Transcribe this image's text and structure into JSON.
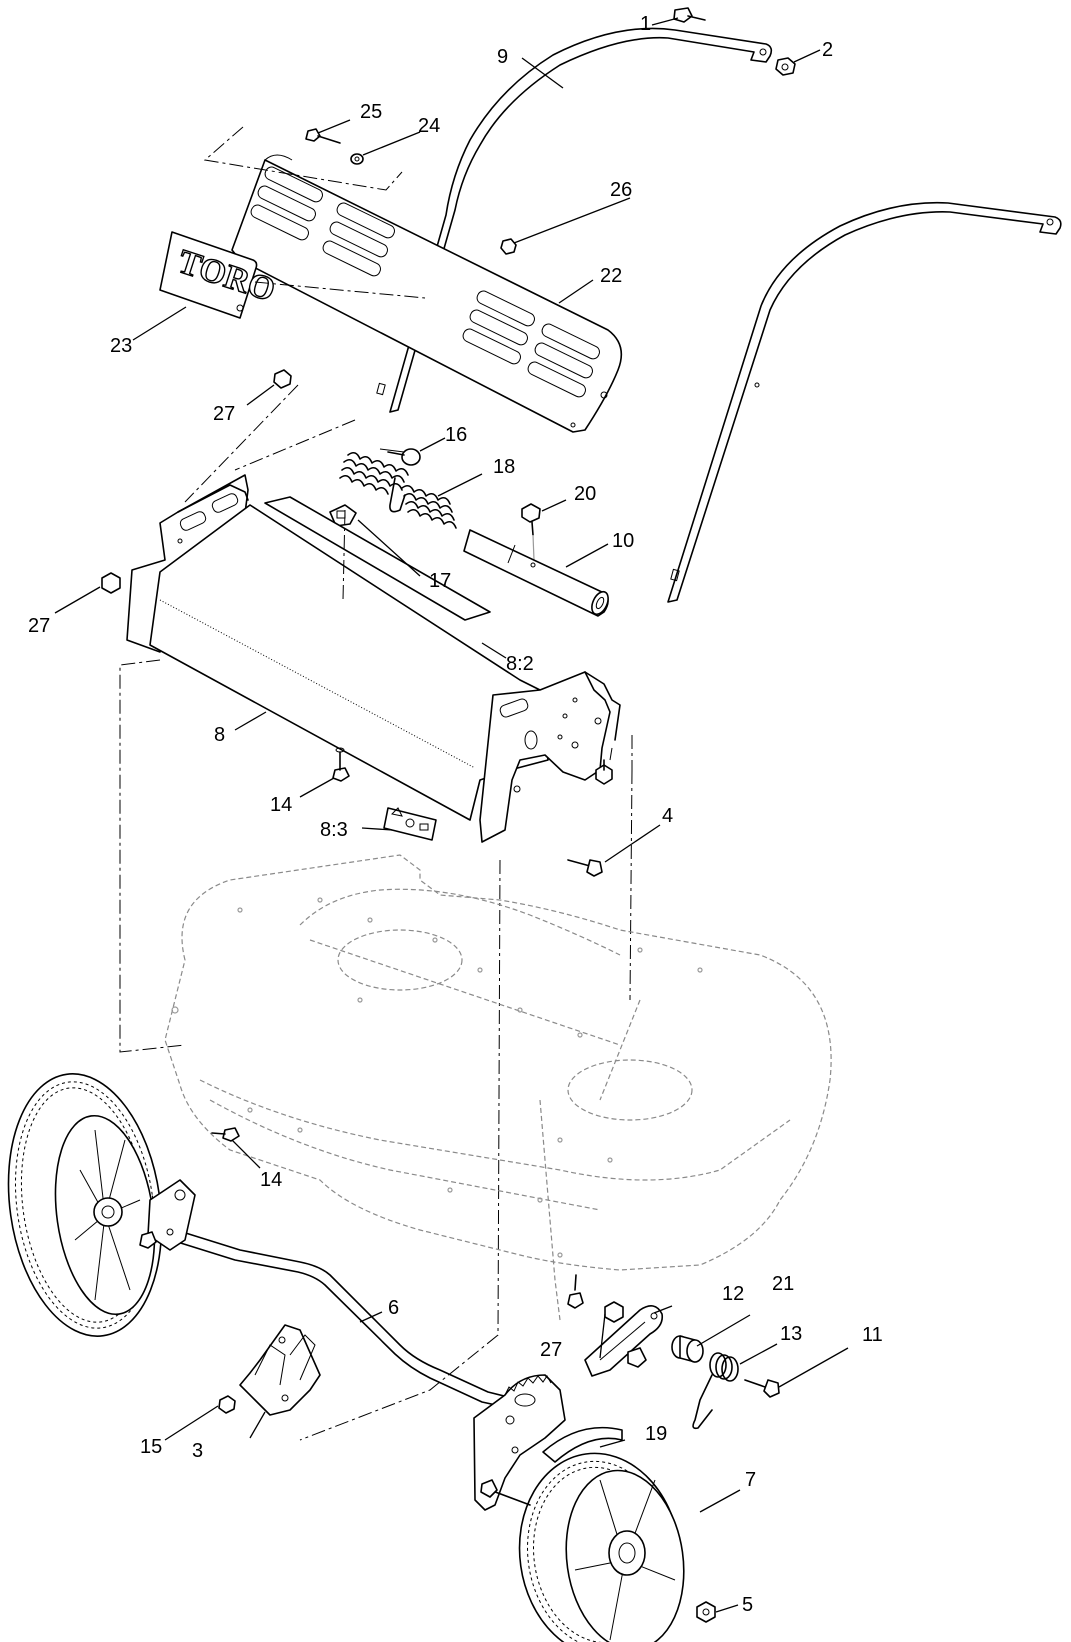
{
  "callouts": [
    {
      "id": "c1",
      "label": "1"
    },
    {
      "id": "c2",
      "label": "2"
    },
    {
      "id": "c3",
      "label": "3"
    },
    {
      "id": "c4",
      "label": "4"
    },
    {
      "id": "c5",
      "label": "5"
    },
    {
      "id": "c6",
      "label": "6"
    },
    {
      "id": "c7",
      "label": "7"
    },
    {
      "id": "c8",
      "label": "8"
    },
    {
      "id": "c8_2",
      "label": "8:2"
    },
    {
      "id": "c8_3",
      "label": "8:3"
    },
    {
      "id": "c9",
      "label": "9"
    },
    {
      "id": "c10",
      "label": "10"
    },
    {
      "id": "c11",
      "label": "11"
    },
    {
      "id": "c12",
      "label": "12"
    },
    {
      "id": "c13",
      "label": "13"
    },
    {
      "id": "c14a",
      "label": "14"
    },
    {
      "id": "c14b",
      "label": "14"
    },
    {
      "id": "c15",
      "label": "15"
    },
    {
      "id": "c16",
      "label": "16"
    },
    {
      "id": "c17",
      "label": "17"
    },
    {
      "id": "c18",
      "label": "18"
    },
    {
      "id": "c19",
      "label": "19"
    },
    {
      "id": "c20",
      "label": "20"
    },
    {
      "id": "c21",
      "label": "21"
    },
    {
      "id": "c22",
      "label": "22"
    },
    {
      "id": "c23",
      "label": "23"
    },
    {
      "id": "c24",
      "label": "24"
    },
    {
      "id": "c25",
      "label": "25"
    },
    {
      "id": "c26",
      "label": "26"
    },
    {
      "id": "c27a",
      "label": "27"
    },
    {
      "id": "c27b",
      "label": "27"
    },
    {
      "id": "c27c",
      "label": "27"
    }
  ],
  "logo_text": "TORO"
}
